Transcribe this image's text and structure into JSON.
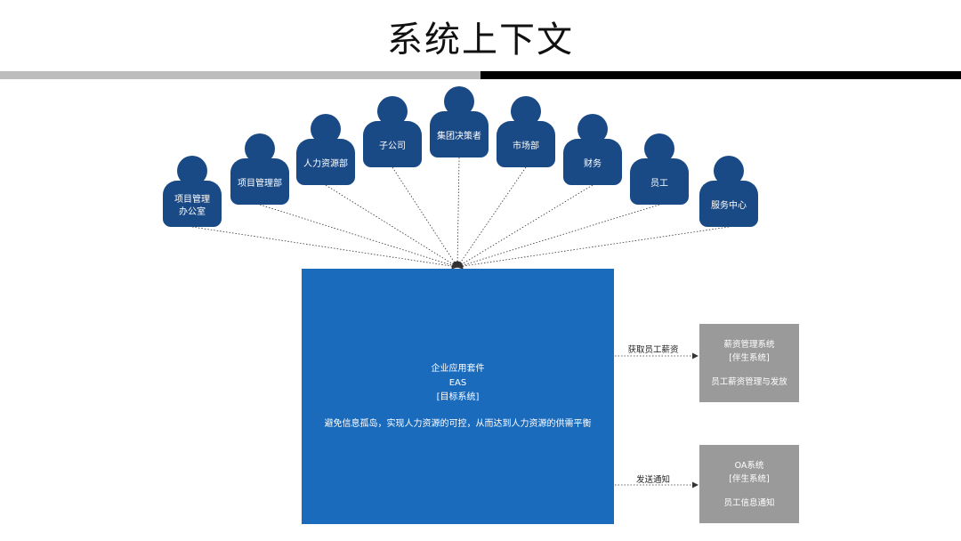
{
  "title": "系统上下文",
  "colors": {
    "person": "#1a4a85",
    "target": "#1b6bbd",
    "side": "#9a9a9a",
    "connector": "#333333"
  },
  "people": [
    {
      "label": "项目管理\n办公室",
      "icon": "person-icon"
    },
    {
      "label": "项目管理部",
      "icon": "person-icon"
    },
    {
      "label": "人力资源部",
      "icon": "person-icon"
    },
    {
      "label": "子公司",
      "icon": "person-icon"
    },
    {
      "label": "集团决策者",
      "icon": "person-icon"
    },
    {
      "label": "市场部",
      "icon": "person-icon"
    },
    {
      "label": "财务",
      "icon": "person-icon"
    },
    {
      "label": "员工",
      "icon": "person-icon"
    },
    {
      "label": "服务中心",
      "icon": "person-icon"
    }
  ],
  "target_system": {
    "name": "企业应用套件",
    "abbr": "EAS",
    "type": "[目标系统]",
    "description": "避免信息孤岛，实现人力资源的可控，从而达到人力资源的供需平衡"
  },
  "side_systems": [
    {
      "name": "薪资管理系统",
      "type": "[伴生系统]",
      "description": "员工薪资管理与发放",
      "edge_label": "获取员工薪资"
    },
    {
      "name": "OA系统",
      "type": "[伴生系统]",
      "description": "员工信息通知",
      "edge_label": "发送通知"
    }
  ]
}
